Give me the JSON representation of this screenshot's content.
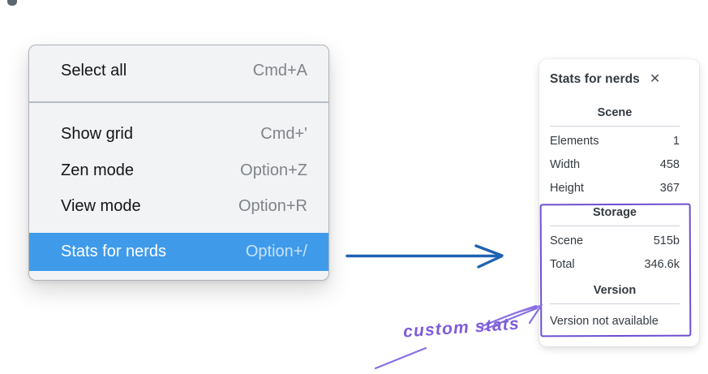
{
  "menu": {
    "items": [
      {
        "label": "Select all",
        "shortcut": "Cmd+A",
        "selected": false
      },
      {
        "label": "Show grid",
        "shortcut": "Cmd+'",
        "selected": false
      },
      {
        "label": "Zen mode",
        "shortcut": "Option+Z",
        "selected": false
      },
      {
        "label": "View mode",
        "shortcut": "Option+R",
        "selected": false
      },
      {
        "label": "Stats for nerds",
        "shortcut": "Option+/",
        "selected": true
      }
    ],
    "highlight_color": "#3f9bea"
  },
  "panel": {
    "title": "Stats for nerds",
    "close_icon": "✕",
    "scene": {
      "heading": "Scene",
      "rows": [
        {
          "label": "Elements",
          "value": "1"
        },
        {
          "label": "Width",
          "value": "458"
        },
        {
          "label": "Height",
          "value": "367"
        }
      ]
    },
    "storage": {
      "heading": "Storage",
      "rows": [
        {
          "label": "Scene",
          "value": "515b"
        },
        {
          "label": "Total",
          "value": "346.6k"
        }
      ]
    },
    "version": {
      "heading": "Version",
      "note": "Version not available"
    }
  },
  "annotation": {
    "label": "custom stats",
    "text_color": "#7e5cd8",
    "box_color": "#6d4fd0"
  },
  "arrow_color": "#1f63b2"
}
